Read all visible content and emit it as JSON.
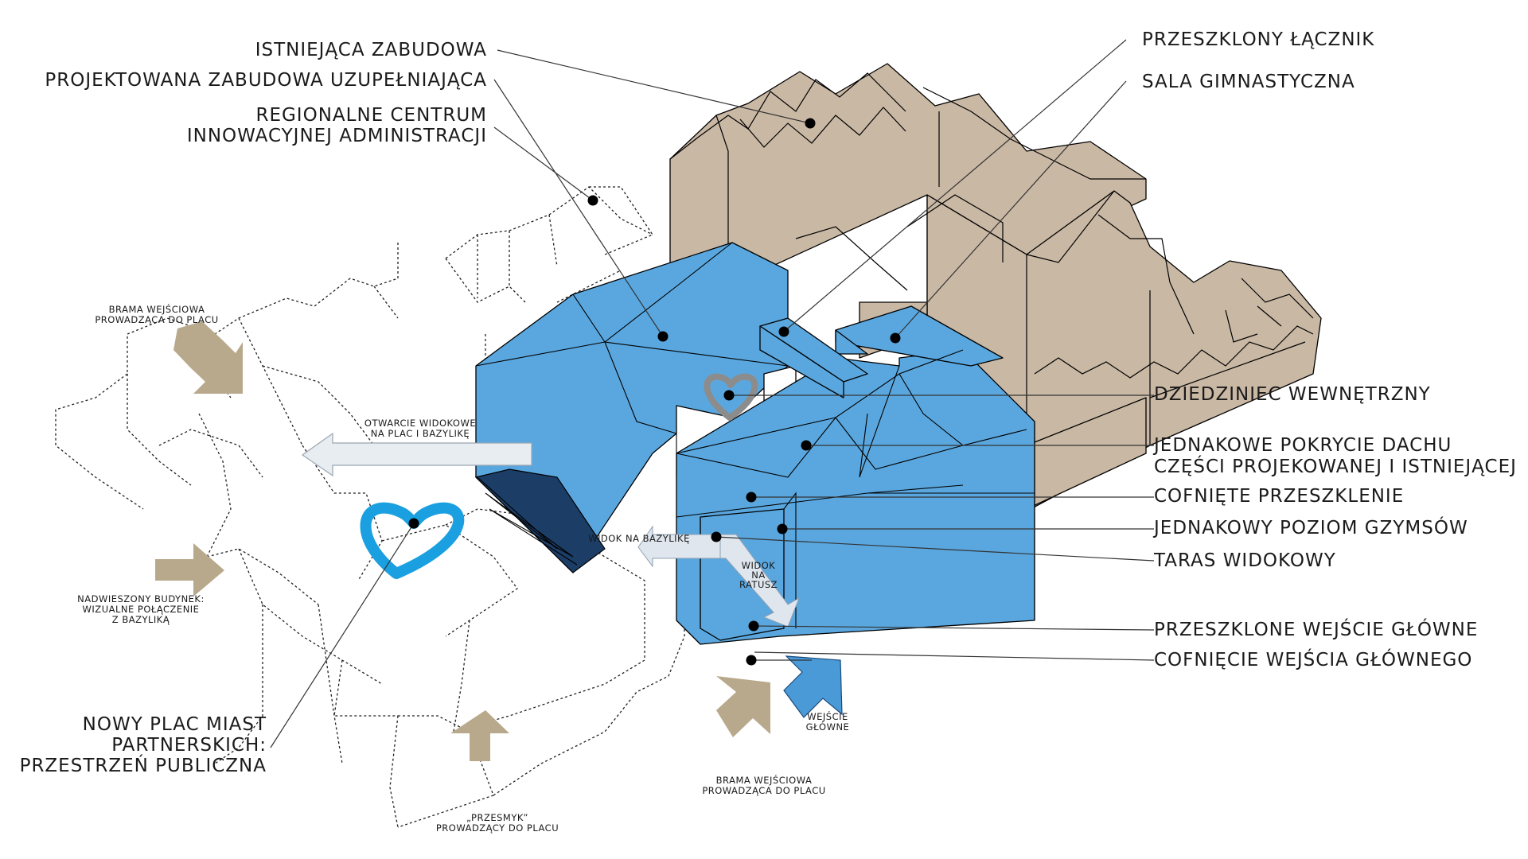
{
  "labels_right": {
    "istniejaca": "ISTNIEJĄCA ZABUDOWA",
    "projektowana": "PROJEKTOWANA ZABUDOWA UZUPEŁNIAJĄCA",
    "centrum_1": "REGIONALNE CENTRUM",
    "centrum_2": "INNOWACYJNEJ ADMINISTRACJI",
    "lacznik": "PRZESZKLONY ŁĄCZNIK",
    "sala": "SALA GIMNASTYCZNA",
    "dziedziniec": "DZIEDZINIEC WEWNĘTRZNY",
    "pokrycie_1": "JEDNAKOWE POKRYCIE DACHU",
    "pokrycie_2": "CZĘŚCI PROJEKOWANEJ I ISTNIEJĄCEJ",
    "cofniete": "COFNIĘTE PRZESZKLENIE",
    "gzymsy": "JEDNAKOWY POZIOM GZYMSÓW",
    "taras": "TARAS WIDOKOWY",
    "wejscie_glowne": "PRZESZKLONE WEJŚCIE GŁÓWNE",
    "cofniecie": "COFNIĘCIE WEJŚCIA GŁÓWNEGO"
  },
  "labels_left": {
    "plac_1": "NOWY PLAC MIAST",
    "plac_2": "PARTNERSKICH:",
    "plac_3": "PRZESTRZEŃ PUBLICZNA"
  },
  "small_labels": {
    "brama_top_1": "BRAMA WEJŚCIOWA",
    "brama_top_2": "PROWADZĄCA DO PLACU",
    "otwarcie_1": "OTWARCIE WIDOKOWE",
    "otwarcie_2": "NA PLAC I BAZYLIKĘ",
    "nadwieszony_1": "NADWIESZONY BUDYNEK:",
    "nadwieszony_2": "WIZUALNE POŁĄCZENIE",
    "nadwieszony_3": "Z BAZYLIKĄ",
    "widok_bazylika": "WIDOK NA BAZYLIKĘ",
    "widok_ratusz_1": "WIDOK",
    "widok_ratusz_2": "NA",
    "widok_ratusz_3": "RATUSZ",
    "wejscie_1": "WEJŚCIE",
    "wejscie_2": "GŁÓWNE",
    "brama_bottom_1": "BRAMA WEJŚCIOWA",
    "brama_bottom_2": "PROWADZĄCA DO PLACU",
    "przesmyk_1": "„PRZESMYK”",
    "przesmyk_2": "PROWADZĄCY DO PLACU"
  },
  "colors": {
    "existing_building": "#c9b8a4",
    "new_building": "#5aa7df",
    "heart_public": "#1aa0e0",
    "heart_courtyard": "#8c8c8c",
    "gate_arrow": "#b9a98c",
    "entrance_arrow": "#4a9ad8"
  },
  "icons": [
    "heart-icon",
    "arrow-icon"
  ]
}
